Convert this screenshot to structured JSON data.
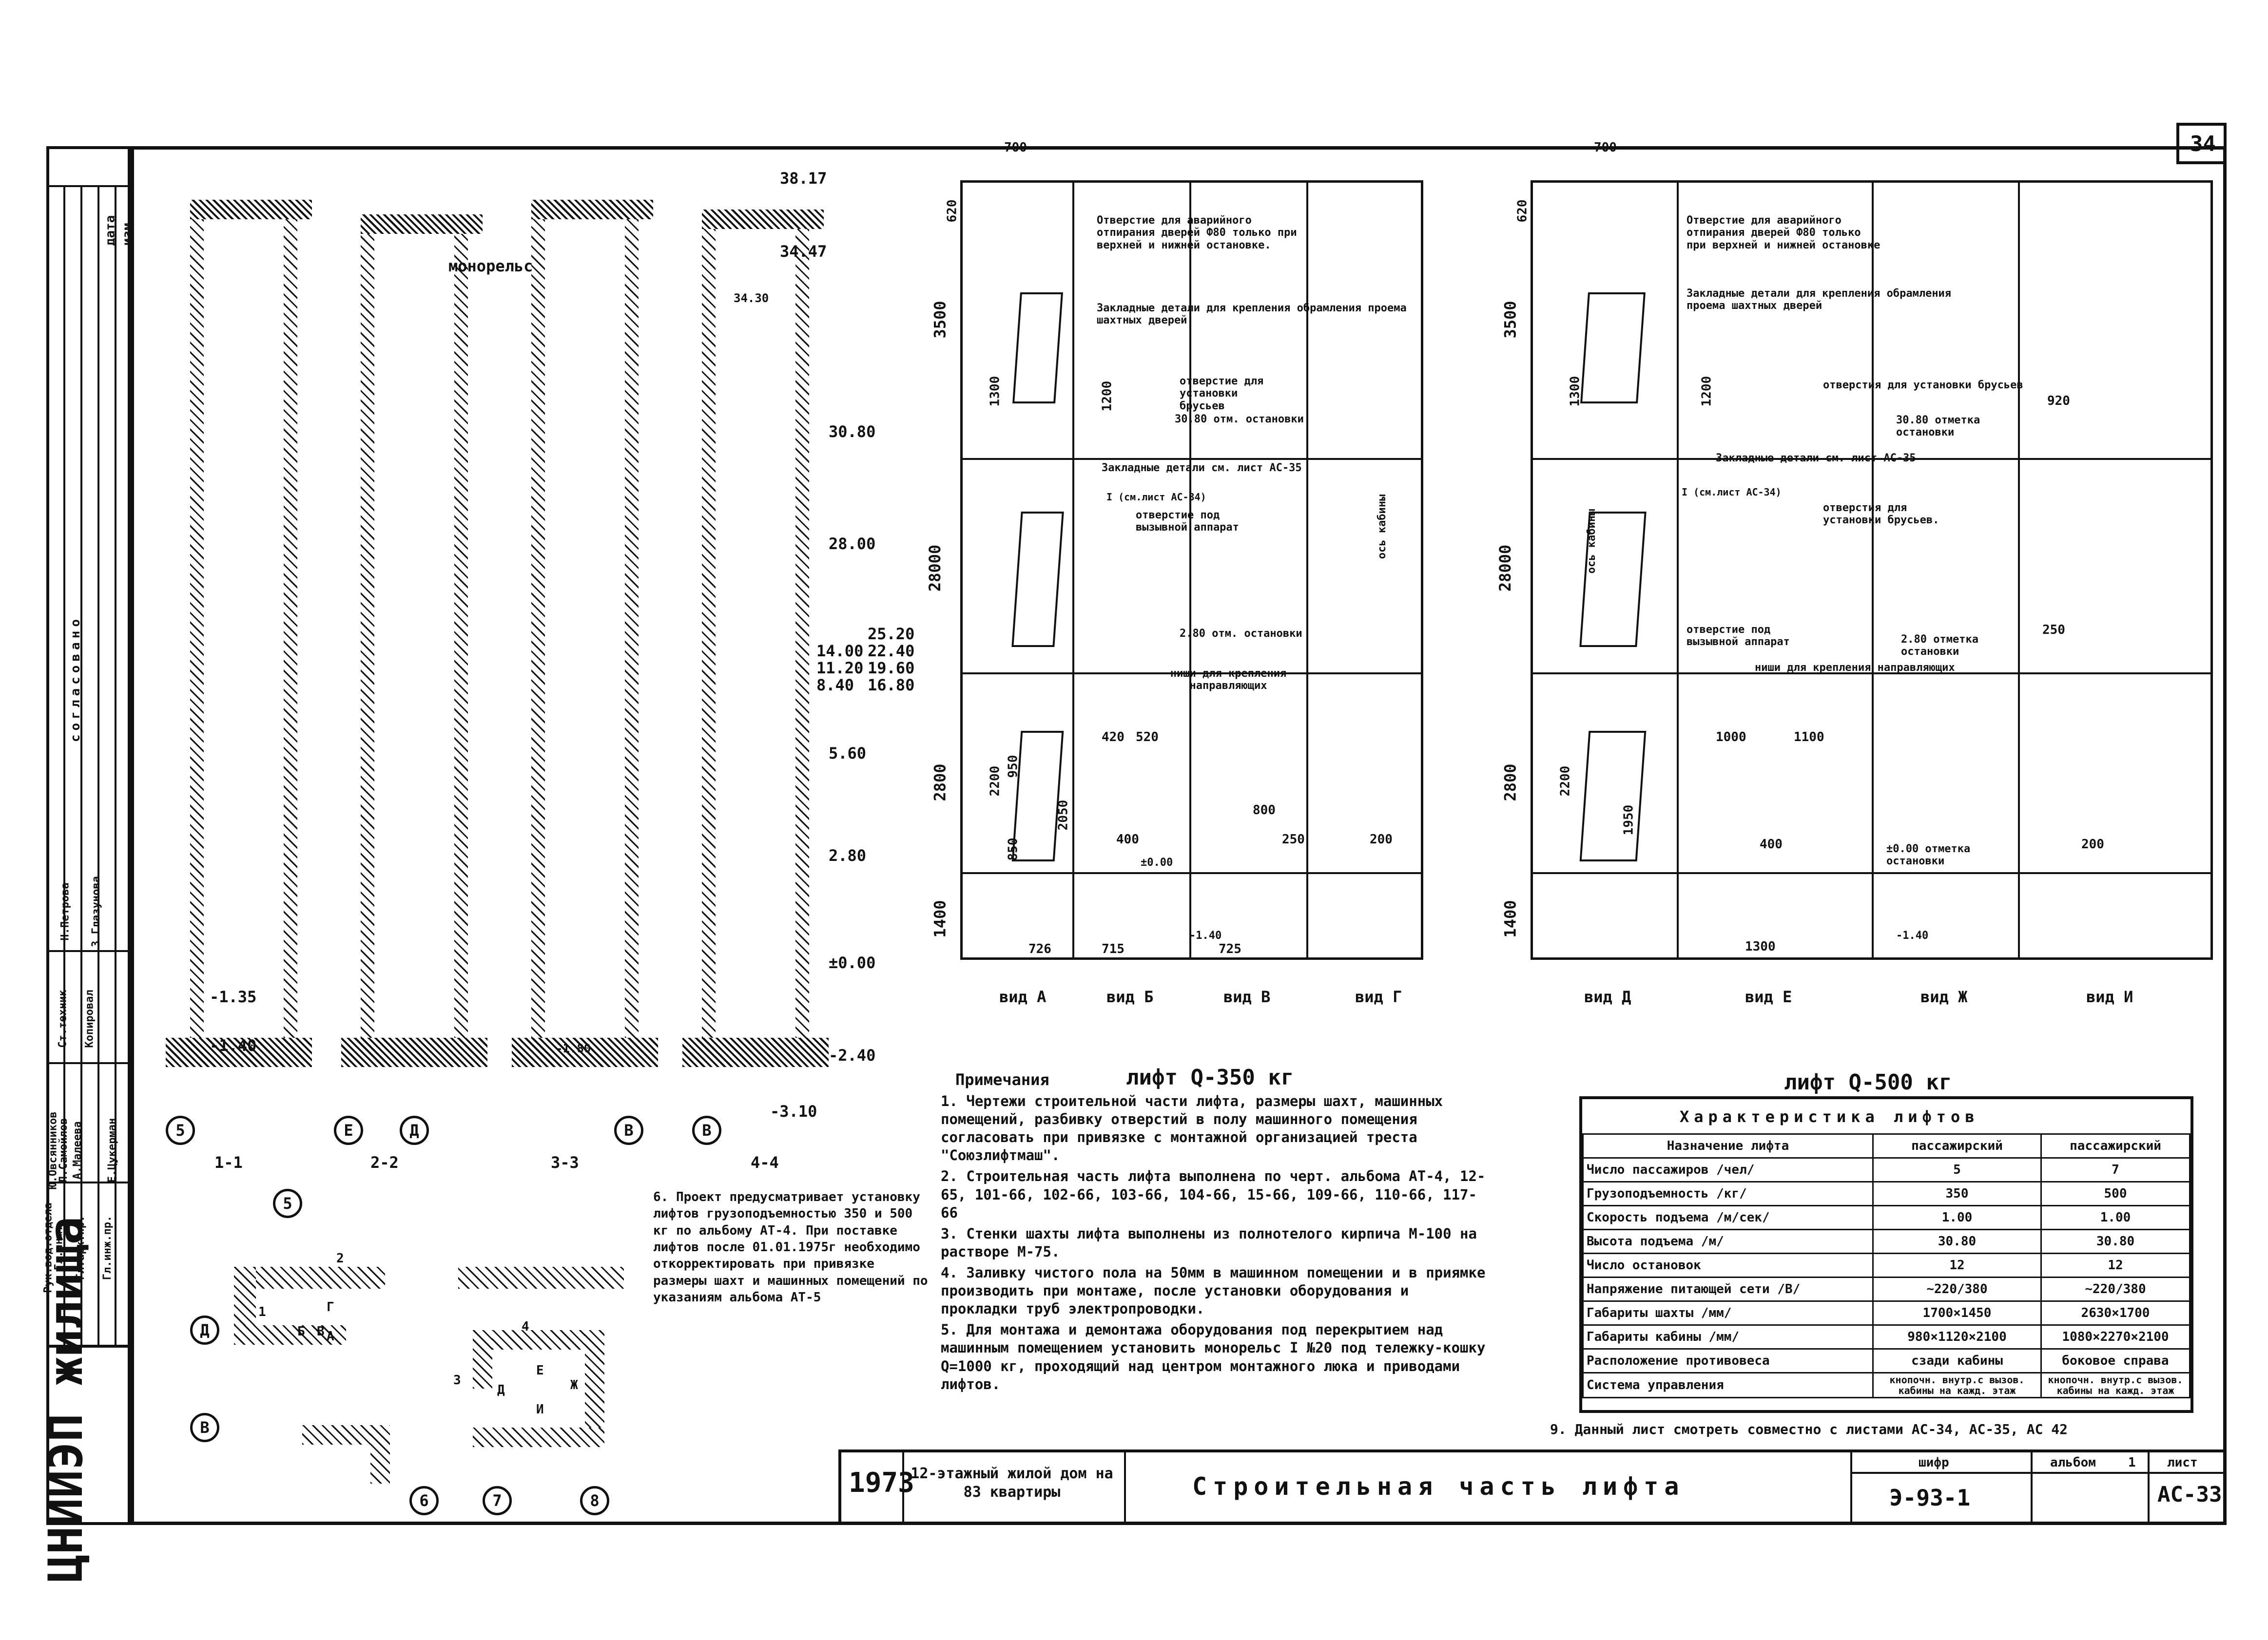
{
  "sheet_number": "34",
  "stamp": {
    "org": "ЦНИИЭП жилища",
    "year": "1973",
    "project": "12-этажный жилой дом на 83 квартиры",
    "title": "Строительная часть лифта",
    "cipher_label": "шифр",
    "cipher": "Э-93-1",
    "album_label": "альбом",
    "album": "1",
    "sheet_label": "лист",
    "sheet": "АС-33",
    "agreed": "согласовано",
    "date_label": "дата",
    "change_label": "изм.",
    "roles": [
      {
        "role": "Рук.вод.отдела",
        "name": "Ю.Овсянников"
      },
      {
        "role": "Гл.инж.",
        "name": "Л.Самойлов"
      },
      {
        "role": "Гл.арх.пр.",
        "name": "А.Малеева"
      },
      {
        "role": "Ст.техник",
        "name": "Н.Петрова"
      },
      {
        "role": "Копировал",
        "name": "З.Глазунова"
      },
      {
        "role": "Гл.инж.пр.",
        "name": "Е.Цукерман"
      }
    ]
  },
  "sections": {
    "labels": [
      "1-1",
      "2-2",
      "3-3",
      "4-4"
    ],
    "axes": [
      "5",
      "Е",
      "Д",
      "В",
      "В"
    ],
    "monorail": "монорельс",
    "levels": [
      "38.17",
      "34.47",
      "34.30",
      "30.80",
      "28.00",
      "25.20",
      "22.40",
      "19.60",
      "16.80",
      "14.00",
      "11.20",
      "8.40",
      "5.60",
      "2.80",
      "±0.00",
      "-1.35",
      "-1.40",
      "-2.40",
      "-3.10",
      "-1.80"
    ]
  },
  "lift350": {
    "title": "лифт Q-350 кг",
    "views": [
      "вид А",
      "вид Б",
      "вид В",
      "вид Г"
    ],
    "annotations": [
      "Отверстие для аварийного отпирания дверей Ф80 только при верхней и нижней остановке.",
      "Закладные детали для крепления обрамления проема шахтных дверей",
      "отверстие для установки брусьев",
      "30.80 отм. остановки",
      "Закладные детали см. лист АС-35",
      "I (см.лист АС-34)",
      "отверстие под вызывной аппарат",
      "ось кабины",
      "2.80 отм. остановки",
      "ниши для крепления направляющих",
      "±0.00",
      "-1.40"
    ],
    "dims": [
      "700",
      "620",
      "3500",
      "28000",
      "2800",
      "1400",
      "1300",
      "1200",
      "420",
      "520",
      "400",
      "800",
      "250",
      "200",
      "726",
      "715",
      "725",
      "2050",
      "2200",
      "950",
      "850"
    ]
  },
  "lift500": {
    "title": "лифт Q-500 кг",
    "views": [
      "вид Д",
      "вид Е",
      "вид Ж",
      "вид И"
    ],
    "annotations": [
      "Отверстие для аварийного отпирания дверей Ф80 только при верхней и нижней остановке",
      "Закладные детали для крепления обрамления проема шахтных дверей",
      "отверстия для установки брусьев",
      "30.80 отметка остановки",
      "Закладные детали см. лист АС-35",
      "I (см.лист АС-34)",
      "отверстия для установки брусьев.",
      "ось кабины",
      "отверстие под вызывной аппарат",
      "2.80 отметка остановки",
      "ниши для крепления направляющих",
      "±0.00 отметка остановки",
      "-1.40"
    ],
    "dims": [
      "700",
      "620",
      "3500",
      "28000",
      "2800",
      "1400",
      "1300",
      "1200",
      "920",
      "1000",
      "1100",
      "400",
      "250",
      "200",
      "1300",
      "1950",
      "2200"
    ]
  },
  "notes": {
    "heading": "Примечания",
    "items": [
      "1. Чертежи строительной части лифта, размеры шахт, машинных помещений, разбивку отверстий в полу машинного помещения согласовать при привязке с монтажной организацией треста \"Союзлифтмаш\".",
      "2. Строительная часть лифта выполнена по черт. альбома АТ-4, 12-65, 101-66, 102-66, 103-66, 104-66, 15-66, 109-66, 110-66, 117-66",
      "3. Стенки шахты лифта выполнены из полнотелого кирпича М-100 на растворе М-75.",
      "4. Заливку чистого пола на 50мм в машинном помещении и в приямке производить при монтаже, после установки оборудования и прокладки труб электропроводки.",
      "5. Для монтажа и демонтажа оборудования под перекрытием над машинным помещением установить монорельс I №20 под тележку-кошку Q=1000 кг, проходящий над центром монтажного люка и приводами лифтов."
    ],
    "item6": "6. Проект предусматривает установку лифтов грузоподъемностью 350 и 500 кг по альбому АТ-4. При поставке лифтов после 01.01.1975г необходимо откорректировать при привязке размеры шахт и машинных помещений по указаниям альбома АТ-5",
    "item9": "9. Данный лист смотреть совместно с листами АС-34, АС-35, АС 42"
  },
  "table": {
    "title": "Характеристика лифтов",
    "headers": [
      "Назначение лифта",
      "пассажирский",
      "пассажирский"
    ],
    "rows": [
      [
        "Число пассажиров /чел/",
        "5",
        "7"
      ],
      [
        "Грузоподъемность /кг/",
        "350",
        "500"
      ],
      [
        "Скорость подъема /м/сек/",
        "1.00",
        "1.00"
      ],
      [
        "Высота подъема /м/",
        "30.80",
        "30.80"
      ],
      [
        "Число остановок",
        "12",
        "12"
      ],
      [
        "Напряжение питающей сети /В/",
        "~220/380",
        "~220/380"
      ],
      [
        "Габариты шахты /мм/",
        "1700×1450",
        "2630×1700"
      ],
      [
        "Габариты кабины /мм/",
        "980×1120×2100",
        "1080×2270×2100"
      ],
      [
        "Расположение противовеса",
        "сзади кабины",
        "боковое справа"
      ],
      [
        "Система управления",
        "кнопочн. внутр.с вызов. кабины на кажд. этаж",
        "кнопочн. внутр.с вызов. кабины на кажд. этаж"
      ]
    ]
  },
  "keyplan": {
    "axes": [
      "5",
      "Д",
      "В",
      "6",
      "7",
      "8"
    ],
    "marks": [
      "1",
      "2",
      "3",
      "4",
      "А",
      "Б",
      "В",
      "Г",
      "Д",
      "Е",
      "Ж",
      "И"
    ]
  }
}
